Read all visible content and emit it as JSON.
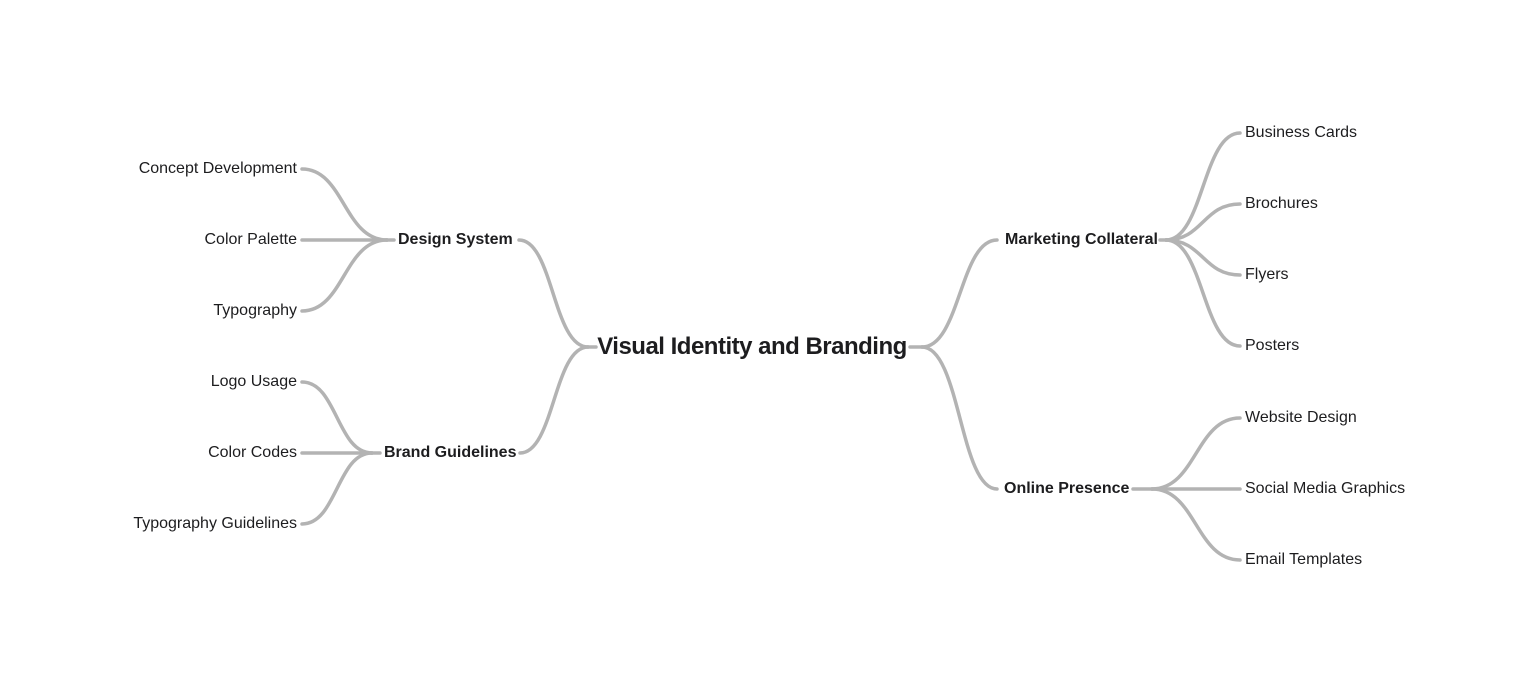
{
  "app": {
    "background_color": "#ffffff",
    "connector_color": "#b3b3b3",
    "text_color": "#1d1d1f"
  },
  "mindmap": {
    "root": {
      "label": "Visual Identity and Branding"
    },
    "branches": [
      {
        "label": "Design System",
        "side": "left",
        "children": [
          {
            "label": "Concept Development"
          },
          {
            "label": "Color Palette"
          },
          {
            "label": "Typography"
          }
        ]
      },
      {
        "label": "Brand Guidelines",
        "side": "left",
        "children": [
          {
            "label": "Logo Usage"
          },
          {
            "label": "Color Codes"
          },
          {
            "label": "Typography Guidelines"
          }
        ]
      },
      {
        "label": "Marketing Collateral",
        "side": "right",
        "children": [
          {
            "label": "Business Cards"
          },
          {
            "label": "Brochures"
          },
          {
            "label": "Flyers"
          },
          {
            "label": "Posters"
          }
        ]
      },
      {
        "label": "Online Presence",
        "side": "right",
        "children": [
          {
            "label": "Website Design"
          },
          {
            "label": "Social Media Graphics"
          },
          {
            "label": "Email Templates"
          }
        ]
      }
    ]
  }
}
